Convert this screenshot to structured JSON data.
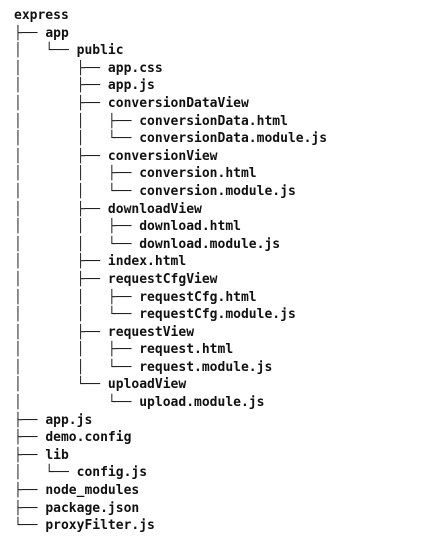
{
  "tree": {
    "lines": [
      {
        "prefix": "",
        "name": "express",
        "kind": "folder"
      },
      {
        "prefix": "├── ",
        "name": "app",
        "kind": "folder"
      },
      {
        "prefix": "│   └── ",
        "name": "public",
        "kind": "folder"
      },
      {
        "prefix": "│       ├── ",
        "name": "app.css",
        "kind": "file"
      },
      {
        "prefix": "│       ├── ",
        "name": "app.js",
        "kind": "file"
      },
      {
        "prefix": "│       ├── ",
        "name": "conversionDataView",
        "kind": "folder"
      },
      {
        "prefix": "│       │   ├── ",
        "name": "conversionData.html",
        "kind": "file"
      },
      {
        "prefix": "│       │   └── ",
        "name": "conversionData.module.js",
        "kind": "file"
      },
      {
        "prefix": "│       ├── ",
        "name": "conversionView",
        "kind": "folder"
      },
      {
        "prefix": "│       │   ├── ",
        "name": "conversion.html",
        "kind": "file"
      },
      {
        "prefix": "│       │   └── ",
        "name": "conversion.module.js",
        "kind": "file"
      },
      {
        "prefix": "│       ├── ",
        "name": "downloadView",
        "kind": "folder"
      },
      {
        "prefix": "│       │   ├── ",
        "name": "download.html",
        "kind": "file"
      },
      {
        "prefix": "│       │   └── ",
        "name": "download.module.js",
        "kind": "file"
      },
      {
        "prefix": "│       ├── ",
        "name": "index.html",
        "kind": "file"
      },
      {
        "prefix": "│       ├── ",
        "name": "requestCfgView",
        "kind": "folder"
      },
      {
        "prefix": "│       │   ├── ",
        "name": "requestCfg.html",
        "kind": "file"
      },
      {
        "prefix": "│       │   └── ",
        "name": "requestCfg.module.js",
        "kind": "file"
      },
      {
        "prefix": "│       ├── ",
        "name": "requestView",
        "kind": "folder"
      },
      {
        "prefix": "│       │   ├── ",
        "name": "request.html",
        "kind": "file"
      },
      {
        "prefix": "│       │   └── ",
        "name": "request.module.js",
        "kind": "file"
      },
      {
        "prefix": "│       └── ",
        "name": "uploadView",
        "kind": "folder"
      },
      {
        "prefix": "│           └── ",
        "name": "upload.module.js",
        "kind": "file"
      },
      {
        "prefix": "├── ",
        "name": "app.js",
        "kind": "file"
      },
      {
        "prefix": "├── ",
        "name": "demo.config",
        "kind": "file"
      },
      {
        "prefix": "├── ",
        "name": "lib",
        "kind": "folder"
      },
      {
        "prefix": "│   └── ",
        "name": "config.js",
        "kind": "file"
      },
      {
        "prefix": "├── ",
        "name": "node_modules",
        "kind": "folder"
      },
      {
        "prefix": "├── ",
        "name": "package.json",
        "kind": "file"
      },
      {
        "prefix": "└── ",
        "name": "proxyFilter.js",
        "kind": "file"
      }
    ]
  }
}
